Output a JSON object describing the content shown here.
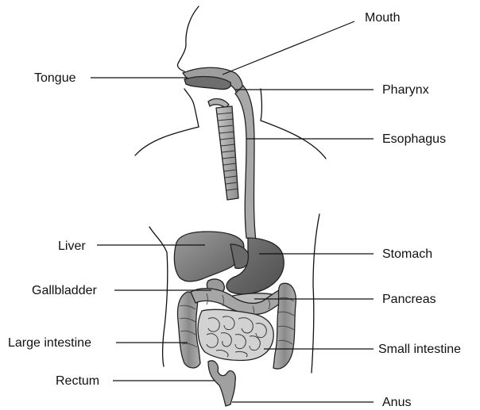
{
  "labels": {
    "mouth": "Mouth",
    "tongue": "Tongue",
    "pharynx": "Pharynx",
    "esophagus": "Esophagus",
    "liver": "Liver",
    "stomach": "Stomach",
    "gallbladder": "Gallbladder",
    "pancreas": "Pancreas",
    "large_intestine": "Large intestine",
    "small_intestine": "Small intestine",
    "rectum": "Rectum",
    "anus": "Anus"
  },
  "colors": {
    "outline": "#111111",
    "organ_dark": "#6e6e6e",
    "organ_mid": "#9a9a9a",
    "organ_light": "#c4c4c4",
    "background": "#ffffff"
  }
}
